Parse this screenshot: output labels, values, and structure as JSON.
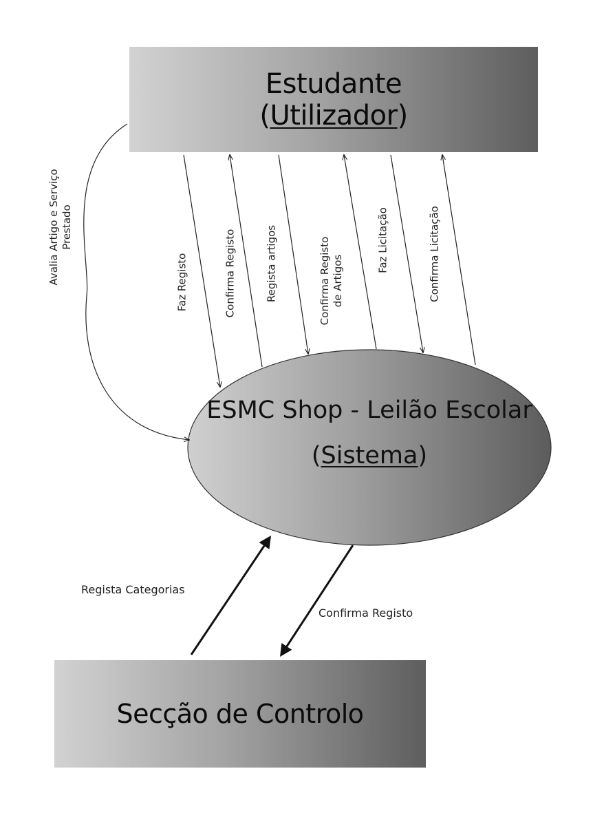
{
  "student": {
    "title": "Estudante",
    "paren_open": "(",
    "subtitle": "Utilizador",
    "paren_close": ")"
  },
  "system": {
    "title": "ESMC Shop - Leilão Escolar",
    "paren_open": "(",
    "subtitle": "Sistema",
    "paren_close": ")"
  },
  "control": {
    "title": "Secção de Controlo"
  },
  "flows": {
    "evaluate_line1": "Avalia Artigo e Serviço",
    "evaluate_line2": "Prestado",
    "register": "Faz Registo",
    "confirm_register": "Confirma Registo",
    "register_items": "Regista artigos",
    "confirm_items_line1": "Confirma Registo",
    "confirm_items_line2": "de Artigos",
    "bid": "Faz Licitação",
    "confirm_bid": "Confirma Licitação",
    "register_categories": "Regista Categorias",
    "confirm_register_control": "Confirma Registo"
  },
  "colors": {
    "gradient_light": "#d2d2d2",
    "gradient_dark": "#5e5e5e",
    "arrow": "#111111"
  }
}
